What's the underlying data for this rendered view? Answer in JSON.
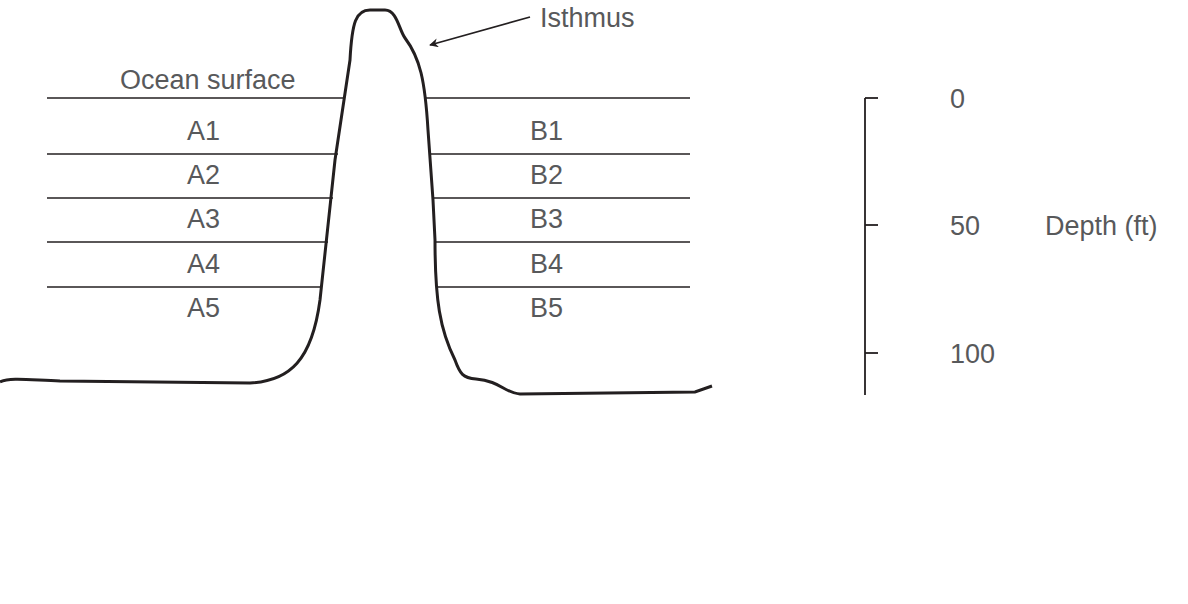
{
  "diagram": {
    "labels": [
      "Isthmus",
      "Ocean surface",
      "A1",
      "B1",
      "A2",
      "B2",
      "A3",
      "B3",
      "A4",
      "B4",
      "A5",
      "B5",
      "0",
      "50",
      "Depth (ft)",
      "100"
    ]
  }
}
